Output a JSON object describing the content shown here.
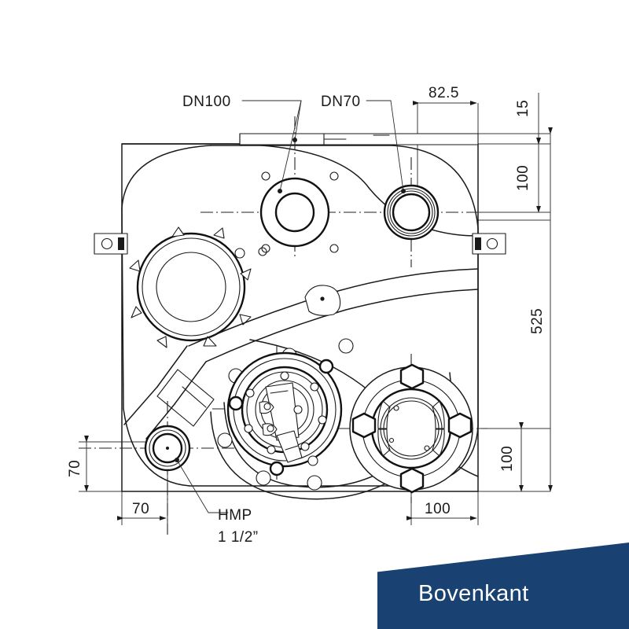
{
  "drawing": {
    "type": "engineering-drawing",
    "view": "top view",
    "labels": {
      "dn100": "DN100",
      "dn70": "DN70",
      "hmp_line1": "HMP",
      "hmp_line2": "1 1/2”"
    },
    "dimensions": {
      "top_offset": "82.5",
      "top_flange_thickness": "15",
      "top_to_dn70_center": "100",
      "overall_height": "525",
      "bottom_right_offset": "100",
      "bottom_right_height": "100",
      "bottom_left_offset": "70",
      "bottom_left_height": "70"
    }
  },
  "banner": {
    "label": "Bovenkant",
    "color": "#194272",
    "text_color": "#ffffff"
  }
}
